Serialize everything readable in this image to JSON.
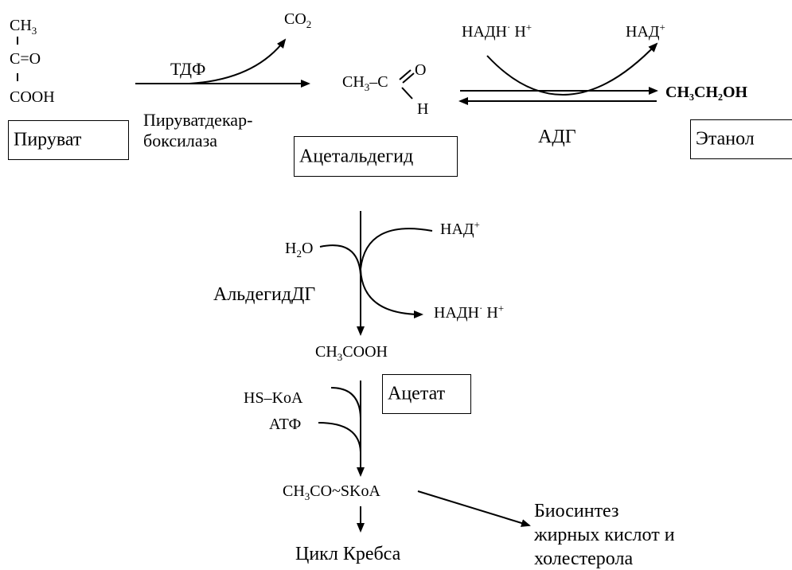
{
  "pyruvate": {
    "formula_top": "CH",
    "formula_top_sub": "3",
    "formula_mid": "C=O",
    "formula_bot": "COOH",
    "label": "Пируват"
  },
  "decarboxylation": {
    "cofactor": "ТДФ",
    "product_co2": "CO",
    "product_co2_sub": "2",
    "enzyme_line1": "Пируватдекар-",
    "enzyme_line2": "боксилаза"
  },
  "acetaldehyde": {
    "formula_left": "CH",
    "formula_left_sub": "3",
    "formula_mid": "–C",
    "formula_o": "O",
    "formula_h": "H",
    "label": "Ацетальдегид"
  },
  "adh": {
    "nadh": "НАДН",
    "nadh_dot": "·",
    "nadh_h": " Н",
    "nadh_plus": "+",
    "nad": "НАД",
    "nad_plus": "+",
    "enzyme": "АДГ"
  },
  "ethanol": {
    "formula": "CH₃CH₂OH",
    "label": "Этанол"
  },
  "aldh": {
    "water": "H",
    "water_sub": "2",
    "water_o": "O",
    "nad": "НАД",
    "nad_plus": "+",
    "nadh": "НАДН",
    "nadh_dot": "·",
    "nadh_h": " Н",
    "nadh_plus": "+",
    "enzyme": "АльдегидДГ"
  },
  "acetate": {
    "formula_a": "CH",
    "formula_sub": "3",
    "formula_b": "COOH",
    "label": "Ацетат"
  },
  "activation": {
    "coa": "HS–KoA",
    "atp": "АТФ"
  },
  "acetyl_coa": {
    "formula_a": "CH",
    "formula_sub": "3",
    "formula_b": "CO~SKoA"
  },
  "fates": {
    "krebs": "Цикл Кребса",
    "biosynthesis_line1": "Биосинтез",
    "biosynthesis_line2": "жирных кислот и",
    "biosynthesis_line3": "холестерола"
  }
}
